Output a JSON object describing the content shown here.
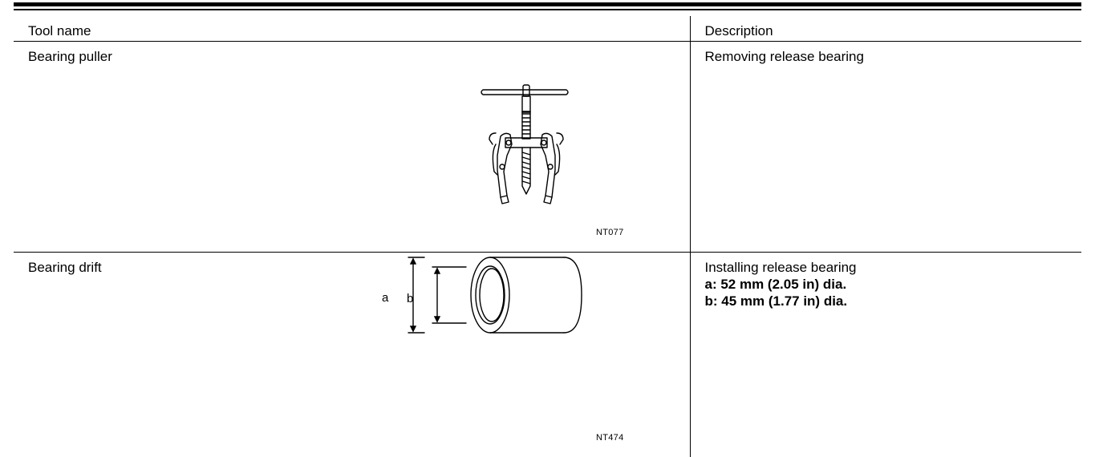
{
  "table": {
    "headers": {
      "tool_name": "Tool name",
      "description": "Description"
    },
    "rows": [
      {
        "tool_name": "Bearing puller",
        "figure_code": "NT077",
        "figure_icon": "bearing-puller-icon",
        "description": "Removing release bearing",
        "specs": []
      },
      {
        "tool_name": "Bearing drift",
        "figure_code": "NT474",
        "figure_icon": "bearing-drift-icon",
        "figure_labels": {
          "a": "a",
          "b": "b"
        },
        "description": "Installing release bearing",
        "specs": [
          "a: 52 mm (2.05 in) dia.",
          "b: 45 mm (1.77 in) dia."
        ]
      }
    ]
  }
}
